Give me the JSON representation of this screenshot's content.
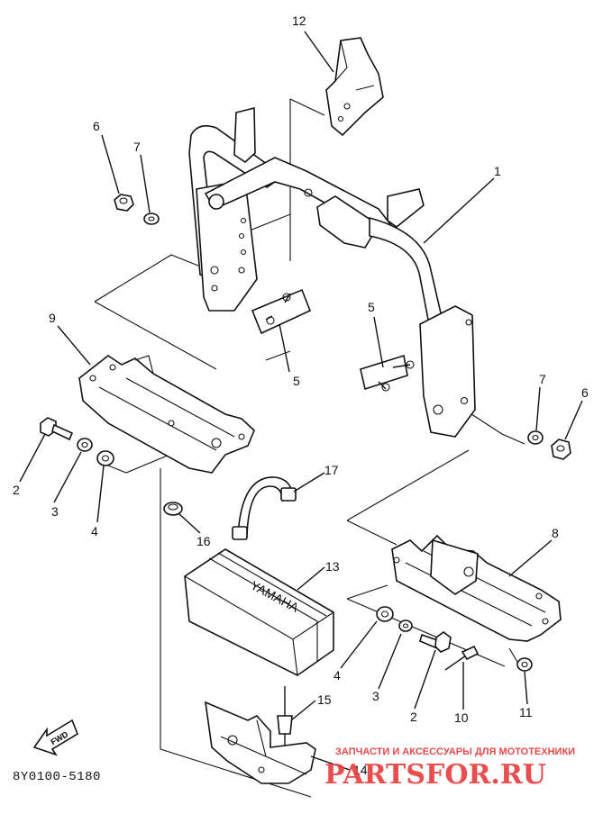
{
  "diagram": {
    "drawing_code": "8Y0100-5180",
    "fwd_label": "FWD",
    "battery_brand": "YAMAHA",
    "callouts": {
      "c12": "12",
      "c6a": "6",
      "c7a": "7",
      "c1": "1",
      "c5a": "5",
      "c5b": "5",
      "c9": "9",
      "c7b": "7",
      "c6b": "6",
      "c2a": "2",
      "c3a": "3",
      "c4a": "4",
      "c17": "17",
      "c16": "16",
      "c8": "8",
      "c13": "13",
      "c4b": "4",
      "c3b": "3",
      "c2b": "2",
      "c10": "10",
      "c11": "11",
      "c15": "15",
      "c14": "14"
    }
  },
  "watermark": {
    "tagline": "ЗАПЧАСТИ И АКСЕССУАРЫ ДЛЯ МОТОТЕХНИКИ",
    "site": "PARTSFOR.RU",
    "color": "#e84040"
  }
}
